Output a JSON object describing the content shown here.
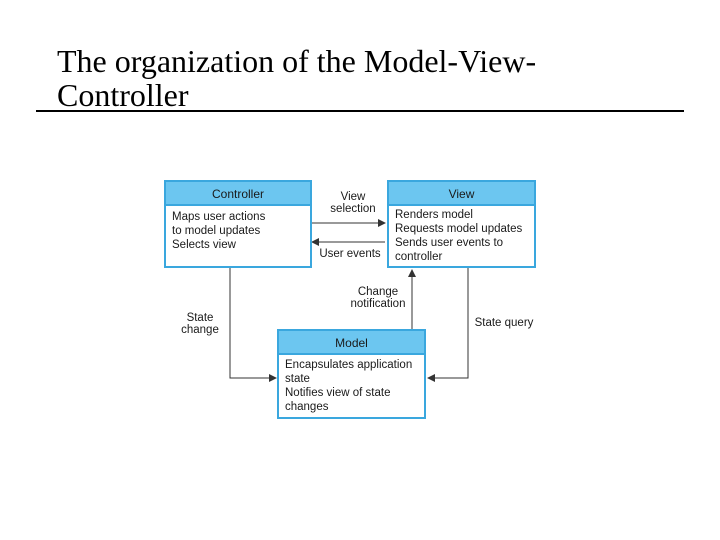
{
  "title": {
    "line1": "The organization of the Model-View-",
    "line2": "Controller"
  },
  "boxes": {
    "controller": {
      "title": "Controller",
      "lines": [
        "Maps user actions",
        "to model updates",
        "Selects view"
      ]
    },
    "view": {
      "title": "View",
      "lines": [
        "Renders model",
        "Requests model updates",
        "Sends user events to",
        "controller"
      ]
    },
    "model": {
      "title": "Model",
      "lines": [
        "Encapsulates application",
        "state",
        "Notifies view of state",
        "changes"
      ]
    }
  },
  "labels": {
    "view_selection": [
      "View",
      "selection"
    ],
    "user_events": "User events",
    "change_notification": [
      "Change",
      "notification"
    ],
    "state_change": [
      "State",
      "change"
    ],
    "state_query": "State query"
  },
  "colors": {
    "box_border": "#3aa7de",
    "box_header": "#6cc6f0",
    "arrow": "#333333"
  }
}
